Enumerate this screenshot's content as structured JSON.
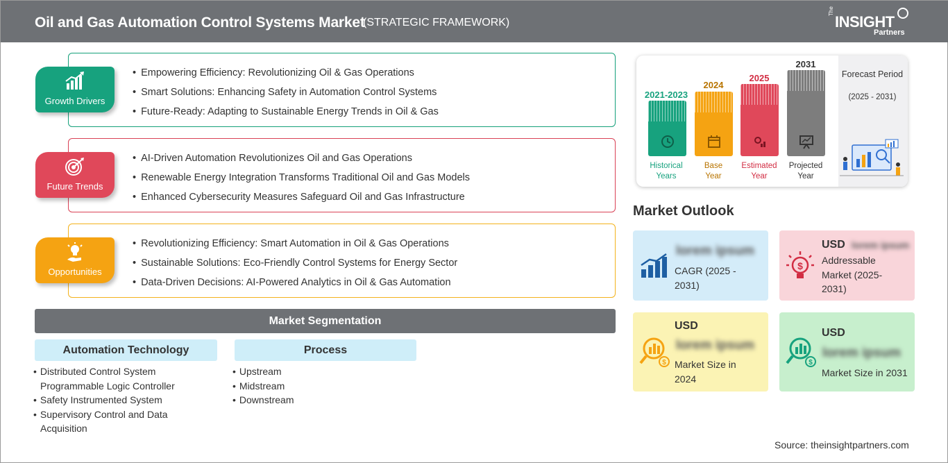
{
  "header": {
    "title": "Oil and Gas Automation Control Systems Market",
    "subtitle": "(STRATEGIC FRAMEWORK)",
    "logo": {
      "the": "The",
      "insight": "INSIGHT",
      "partners": "Partners"
    }
  },
  "sections": [
    {
      "badge": "Growth Drivers",
      "icon": "bar-chart-growth-icon",
      "color": "#17a27e",
      "items": [
        "Empowering Efficiency: Revolutionizing Oil & Gas Operations",
        "Smart Solutions: Enhancing Safety in Automation Control Systems",
        "Future-Ready: Adapting to Sustainable Energy Trends in Oil & Gas"
      ]
    },
    {
      "badge": "Future Trends",
      "icon": "target-icon",
      "color": "#e0485a",
      "items": [
        "AI-Driven Automation Revolutionizes Oil and Gas Operations",
        "Renewable Energy Integration Transforms Traditional Oil and Gas Models",
        "Enhanced Cybersecurity Measures Safeguard Oil and Gas Infrastructure"
      ]
    },
    {
      "badge": "Opportunities",
      "icon": "lightbulb-hand-icon",
      "color": "#f5a312",
      "items": [
        "Revolutionizing Efficiency: Smart Automation in Oil & Gas Operations",
        "Sustainable Solutions: Eco-Friendly Control Systems for Energy Sector",
        "Data-Driven Decisions: AI-Powered Analytics in Oil & Gas Automation"
      ]
    }
  ],
  "segmentation": {
    "title": "Market Segmentation",
    "columns": [
      {
        "heading": "Automation Technology",
        "items": [
          "Distributed Control System",
          "Programmable Logic Controller",
          "Safety Instrumented System",
          "Supervisory Control and Data",
          "Acquisition"
        ]
      },
      {
        "heading": "Process",
        "items": [
          "Upstream",
          "Midstream",
          "Downstream"
        ]
      }
    ]
  },
  "timeline": {
    "bars": [
      {
        "year": "2021-2023",
        "caption": [
          "Historical",
          "Years"
        ],
        "color": "#17a27e"
      },
      {
        "year": "2024",
        "caption": [
          "Base",
          "Year"
        ],
        "color": "#f5a312"
      },
      {
        "year": "2025",
        "caption": [
          "Estimated",
          "Year"
        ],
        "color": "#e0485a"
      },
      {
        "year": "2031",
        "caption": [
          "Projected",
          "Year"
        ],
        "color": "#7d7d7d"
      }
    ],
    "forecast": {
      "title": "Forecast Period",
      "range": "(2025 - 2031)"
    }
  },
  "outlook": {
    "title": "Market Outlook",
    "cagr": {
      "value": "lorem ipsum",
      "label": "CAGR (2025 - 2031)"
    },
    "addressable": {
      "usd": "USD",
      "value": "lorem ipsum",
      "label": "Addressable Market (2025-2031)"
    },
    "size2024": {
      "usd": "USD",
      "value": "lorem ipsum",
      "label": "Market Size in 2024"
    },
    "size2031": {
      "usd": "USD",
      "value": "lorem ipsum",
      "label": "Market Size in 2031"
    }
  },
  "source": "Source: theinsightpartners.com"
}
